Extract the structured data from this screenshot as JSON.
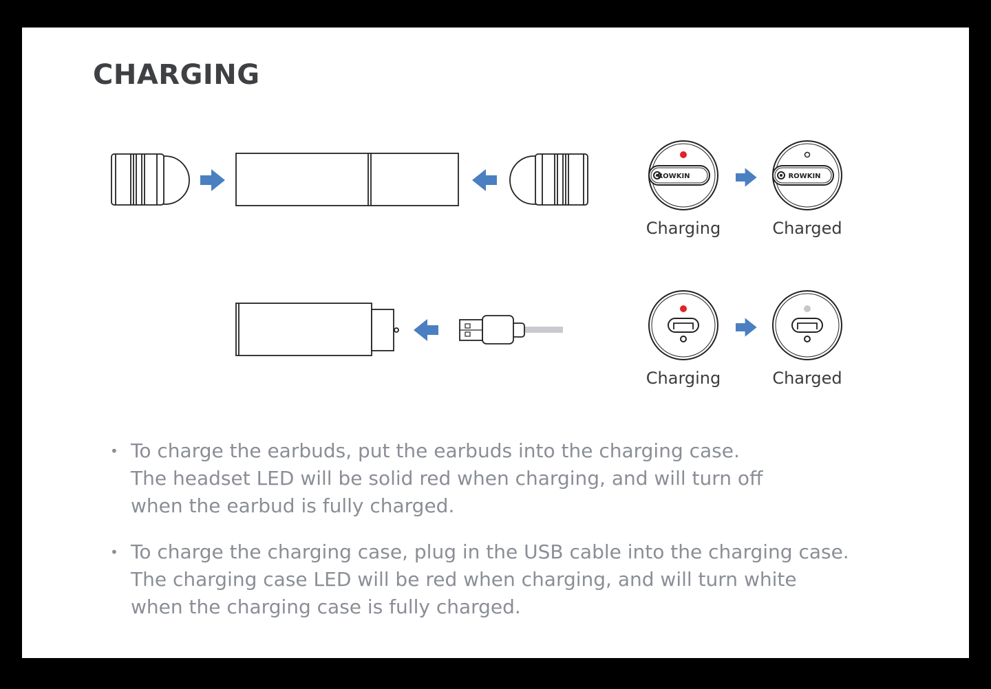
{
  "title": "CHARGING",
  "earbud_led": {
    "charging_label": "Charging",
    "charged_label": "Charged",
    "brand_text": "ROWKIN",
    "charging_color": "#e2232a",
    "charged_color": "#ffffff"
  },
  "case_led": {
    "charging_label": "Charging",
    "charged_label": "Charged",
    "charging_color": "#e2232a",
    "charged_color": "#c8c8c8"
  },
  "arrow_color": "#4a7fc1",
  "instructions": [
    {
      "lines": [
        "To charge the earbuds, put the earbuds into the charging case.",
        "The headset LED will be solid red when charging, and will turn off",
        "when the earbud is fully charged."
      ]
    },
    {
      "lines": [
        "To charge the charging case, plug in the USB cable into the charging case.",
        "The charging case LED will be red when charging, and will turn white",
        "when the charging case is fully charged."
      ]
    }
  ]
}
